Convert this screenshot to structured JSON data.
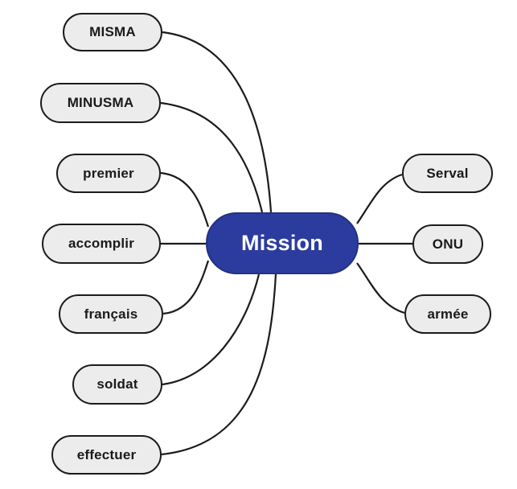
{
  "diagram": {
    "type": "mindmap",
    "center": {
      "label": "Mission"
    },
    "left_nodes": {
      "misma": {
        "label": "MISMA"
      },
      "minusma": {
        "label": "MINUSMA"
      },
      "premier": {
        "label": "premier"
      },
      "accomplir": {
        "label": "accomplir"
      },
      "francais": {
        "label": "français"
      },
      "soldat": {
        "label": "soldat"
      },
      "effectuer": {
        "label": "effectuer"
      }
    },
    "right_nodes": {
      "serval": {
        "label": "Serval"
      },
      "onu": {
        "label": "ONU"
      },
      "armee": {
        "label": "armée"
      }
    }
  },
  "colors": {
    "center_background": "#2b3c9e",
    "center_text": "#ffffff",
    "node_background": "#ececec",
    "node_border": "#1b1b1b",
    "connector_stroke": "#1b1b1b"
  }
}
